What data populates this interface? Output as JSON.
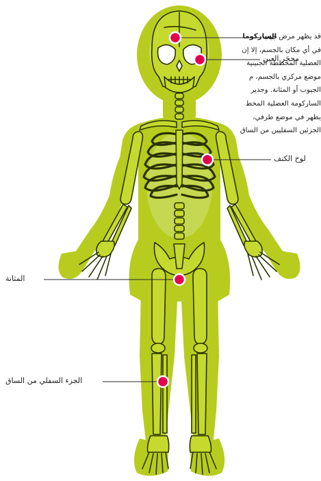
{
  "paragraph": {
    "bold_term": "الساركوما",
    "line1_before_bold": "قد يظهر مرض ",
    "lines": [
      "في أي مكان بالجسم، إلا إن",
      "العضلية المخططة الجنينية",
      "موضع مركزي بالجسم، م",
      "الجيوب أو المثانة. وجدير",
      "الساركومة العضلية المخط",
      "يظهر في موضع طرفي،",
      "الجزئين السفليين من الساق"
    ]
  },
  "labels": {
    "sinus": "جيب",
    "eye_socket": "محجَر العين",
    "shoulder_blade": "لوح الكتف",
    "bladder": "المثانة",
    "lower_leg": "الجزء السفلي من الساق"
  },
  "colors": {
    "body_fill": "#b7cc1f",
    "body_light": "#d3e27a",
    "bone_fill": "#c6d92e",
    "bone_stroke": "#2a3300",
    "marker": "#e3004f",
    "line": "#2a2a2a",
    "text": "#1e1e1e"
  }
}
